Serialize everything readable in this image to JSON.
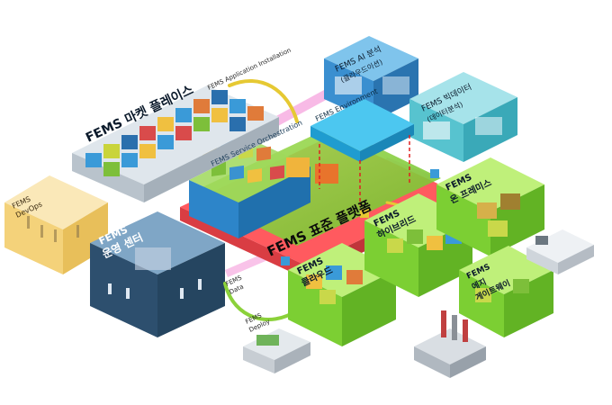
{
  "colors": {
    "platform_red": "#ff5a5f",
    "platform_green": "#8bd13a",
    "cloud_green": "#7ccf33",
    "ops_navy": "#2d4f6e",
    "devops_yellow": "#f4d27a",
    "ai_blue": "#3a8fd0",
    "bigdata_teal": "#57c3cf",
    "environment_blue": "#2fb8e8",
    "flow_arrow": "#e6c933"
  },
  "labels": {
    "marketplace": "FEMS 마켓 플레이스",
    "app_installation": "FEMS Application Installation",
    "service_orchestration": "FEMS Service Orchestration",
    "environment": "FEMS Environment",
    "ai_analysis_line1": "FEMS AI 분석",
    "ai_analysis_line2": "(클라우드이션)",
    "bigdata_line1": "FEMS 빅데이터",
    "bigdata_line2": "(데이터분석)",
    "platform": "FEMS 표준 플랫폼",
    "devops_line1": "FEMS",
    "devops_line2": "DevOps",
    "ops_center_line1": "FEMS",
    "ops_center_line2": "운영 센터",
    "data_line1": "FEMS",
    "data_line2": "Data",
    "deploy_line1": "FEMS",
    "deploy_line2": "Deploy",
    "cloud_line1": "FEMS",
    "cloud_line2": "클라우드",
    "hybrid_line1": "FEMS",
    "hybrid_line2": "하이브리드",
    "onprem_line1": "FEMS",
    "onprem_line2": "온 프레미스",
    "edge_line1": "FEMS",
    "edge_line2": "에지",
    "edge_line3": "게이트웨이"
  }
}
